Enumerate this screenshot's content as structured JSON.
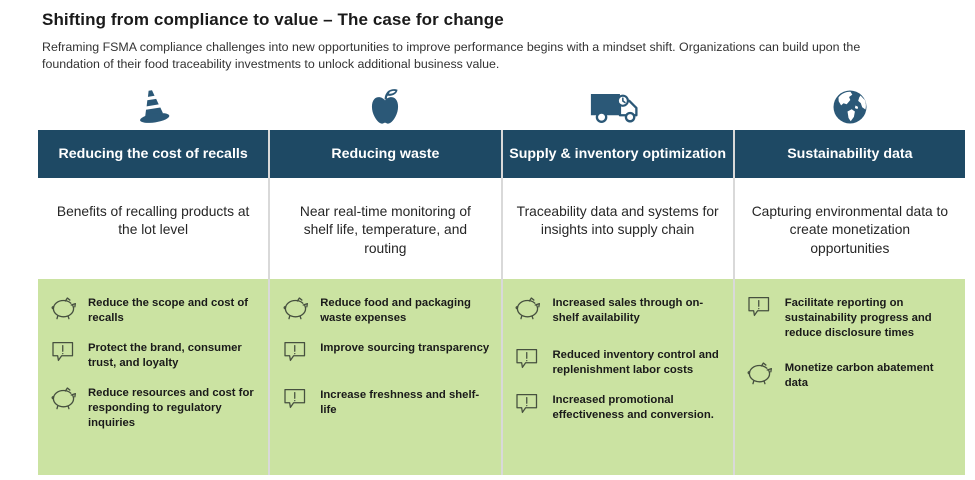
{
  "header": {
    "title": "Shifting from compliance to value – The case for change",
    "subtitle": "Reframing FSMA compliance challenges into new opportunities to improve performance begins with a mindset shift. Organizations can build upon the foundation of their food traceability investments to unlock additional business value."
  },
  "colors": {
    "navy": "#1E4964",
    "icon": "#2B5877",
    "green": "#CBE3A2",
    "divider": "#D9D9D9",
    "bullet": "#46503F"
  },
  "columns": [
    {
      "icon": "traffic-cone-icon",
      "header": "Reducing the cost of recalls",
      "description": "Benefits of recalling products at the lot level",
      "bullets": [
        {
          "icon": "piggy-bank-icon",
          "text": "Reduce the scope and cost of recalls"
        },
        {
          "icon": "alert-bubble-icon",
          "text": "Protect the brand, consumer trust, and loyalty"
        },
        {
          "icon": "piggy-bank-icon",
          "text": "Reduce resources and cost for responding to regulatory inquiries"
        }
      ]
    },
    {
      "icon": "apple-icon",
      "header": "Reducing waste",
      "description": "Near real-time monitoring of shelf life, temperature, and routing",
      "bullets": [
        {
          "icon": "piggy-bank-icon",
          "text": "Reduce food and packaging waste expenses"
        },
        {
          "icon": "alert-bubble-icon",
          "text": "Improve sourcing transparency"
        },
        {
          "icon": "alert-bubble-icon",
          "text": "Increase freshness and shelf-life"
        }
      ]
    },
    {
      "icon": "delivery-truck-icon",
      "header": "Supply & inventory optimization",
      "description": "Traceability data and systems for insights into supply chain",
      "bullets": [
        {
          "icon": "piggy-bank-icon",
          "text": "Increased sales through on-shelf availability"
        },
        {
          "icon": "alert-bubble-icon",
          "text": "Reduced inventory control and replenishment labor costs"
        },
        {
          "icon": "alert-bubble-icon",
          "text": "Increased promotional effectiveness and conversion."
        }
      ]
    },
    {
      "icon": "globe-icon",
      "header": "Sustainability data",
      "description": "Capturing environmental data to create monetization opportunities",
      "bullets": [
        {
          "icon": "alert-bubble-icon",
          "text": "Facilitate reporting on sustainability progress and reduce disclosure times"
        },
        {
          "icon": "piggy-bank-icon",
          "text": "Monetize carbon abatement data"
        }
      ]
    }
  ]
}
